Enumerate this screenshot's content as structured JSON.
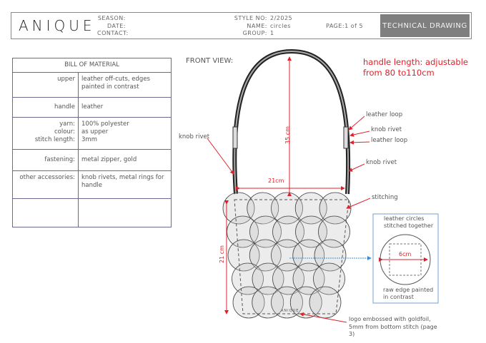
{
  "header": {
    "brand": "ANIQUE",
    "season_label": "SEASON:",
    "date_label": "DATE:",
    "contact_label": "CONTACT:",
    "style_label": "STYLE NO:",
    "style_value": "2/2025",
    "name_label": "NAME:",
    "name_value": "circles",
    "group_label": "GROUP:",
    "group_value": "1",
    "page": "PAGE:1 of 5",
    "doc_type": "TECHNICAL DRAWING"
  },
  "bom": {
    "title": "BILL OF MATERIAL",
    "rows": [
      {
        "k": "upper",
        "v": "leather off-cuts, edges painted in contrast"
      },
      {
        "k": "handle",
        "v": "leather"
      },
      {
        "k": "yarn:\ncolour:\nstitch length:",
        "v": "100% polyester\nas upper\n3mm"
      },
      {
        "k": "fastening:",
        "v": "metal zipper, gold"
      },
      {
        "k": "other accessories:",
        "v": "knob rivets, metal rings for handle"
      },
      {
        "k": "",
        "v": ""
      }
    ]
  },
  "drawing": {
    "view": "FRONT VIEW:",
    "handle_note": "handle length: adjustable from 80 to110cm",
    "knob_rivet_left": "knob rivet",
    "leather_loop_1": "leather loop",
    "knob_rivet_1": "knob rivet",
    "leather_loop_2": "leather loop",
    "knob_rivet_2": "knob rivet",
    "stitching": "stitching",
    "dim_handle": "35 cm",
    "dim_width": "21cm",
    "dim_height": "21 cm",
    "detail_top": "leather circles stitched together",
    "detail_dim": "6cm",
    "detail_bottom": "raw edge painted in contrast",
    "logo_on_bag": "ANIQUE",
    "logo_note": "logo embossed with goldfoil, 5mm from bottom stitch (page 3)",
    "accent": "#e0202b",
    "detail_color": "#3a8fd9"
  }
}
